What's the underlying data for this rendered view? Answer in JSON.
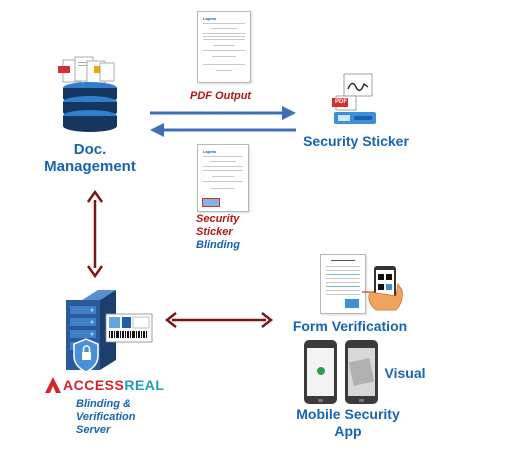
{
  "doc_management": {
    "label_line1": "Doc.",
    "label_line2": "Management"
  },
  "pdf_output": {
    "label": "PDF Output"
  },
  "security_sticker": {
    "label": "Security Sticker",
    "pdf_badge": "PDF"
  },
  "blinding_note": {
    "line1": "Security",
    "line2": "Sticker",
    "line3": "Blinding"
  },
  "server": {
    "brand_prefix": "ACCESS",
    "brand_suffix": "REAL",
    "caption_line1": "Blinding &",
    "caption_line2": "Verification",
    "caption_line3": "Server"
  },
  "form_verification": {
    "label": "Form Verification"
  },
  "mobile": {
    "visual_label": "Visual",
    "label_line1": "Mobile Security",
    "label_line2": "App"
  },
  "colors": {
    "label_blue": "#1565b0",
    "label_red": "#b01818",
    "arrow_blue": "#3d6fb6",
    "arrow_maroon": "#7a1616",
    "db_navy": "#15375f",
    "db_blue": "#2f7fd0",
    "logo_red": "#d8232a",
    "logo_teal": "#1f9fb0"
  }
}
